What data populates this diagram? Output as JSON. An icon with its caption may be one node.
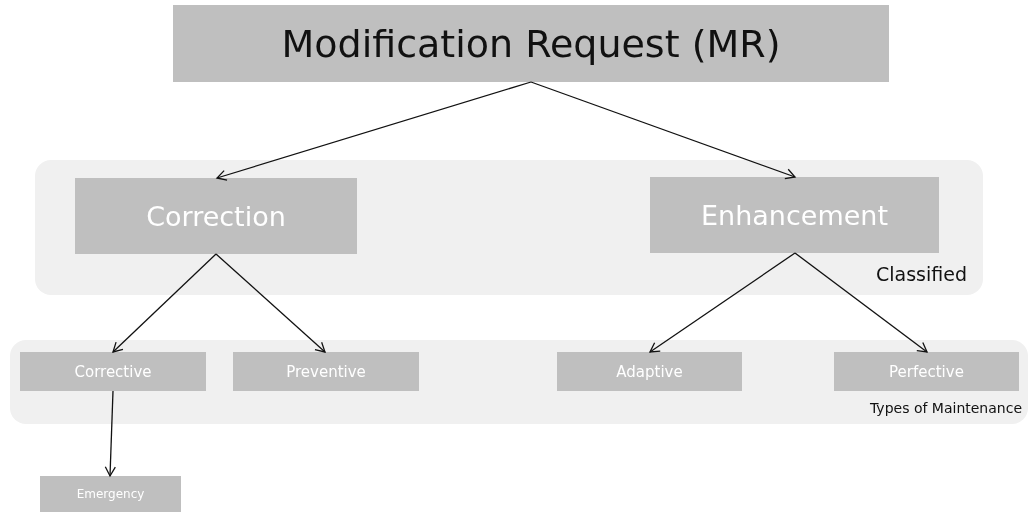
{
  "diagram": {
    "nodes": [
      {
        "text": [
          "Modification Request (MR)"
        ]
      },
      {
        "text": [
          "Classified"
        ]
      },
      {
        "text": [
          "Correction"
        ],
        "in": 1
      },
      {
        "text": [
          "Enhancement"
        ],
        "in": 1
      },
      {
        "text": [
          "Types of Maintenance"
        ]
      },
      {
        "text": [
          "Corrective"
        ],
        "in": 4
      },
      {
        "text": [
          "Preventive"
        ],
        "in": 4
      },
      {
        "text": [
          "Adaptive"
        ],
        "in": 4
      },
      {
        "text": [
          "Perfective"
        ],
        "in": 4
      },
      {
        "text": [
          "Emergency"
        ]
      }
    ],
    "edges": [
      {
        "from": 0,
        "to": 2,
        "arrow": "to"
      },
      {
        "from": 0,
        "to": 3,
        "arrow": "to"
      },
      {
        "from": 2,
        "to": 5,
        "arrow": "to"
      },
      {
        "from": 2,
        "to": 6,
        "arrow": "to"
      },
      {
        "from": 3,
        "to": 7,
        "arrow": "to"
      },
      {
        "from": 3,
        "to": 8,
        "arrow": "to"
      },
      {
        "from": 5,
        "to": 9,
        "arrow": "to"
      }
    ]
  }
}
